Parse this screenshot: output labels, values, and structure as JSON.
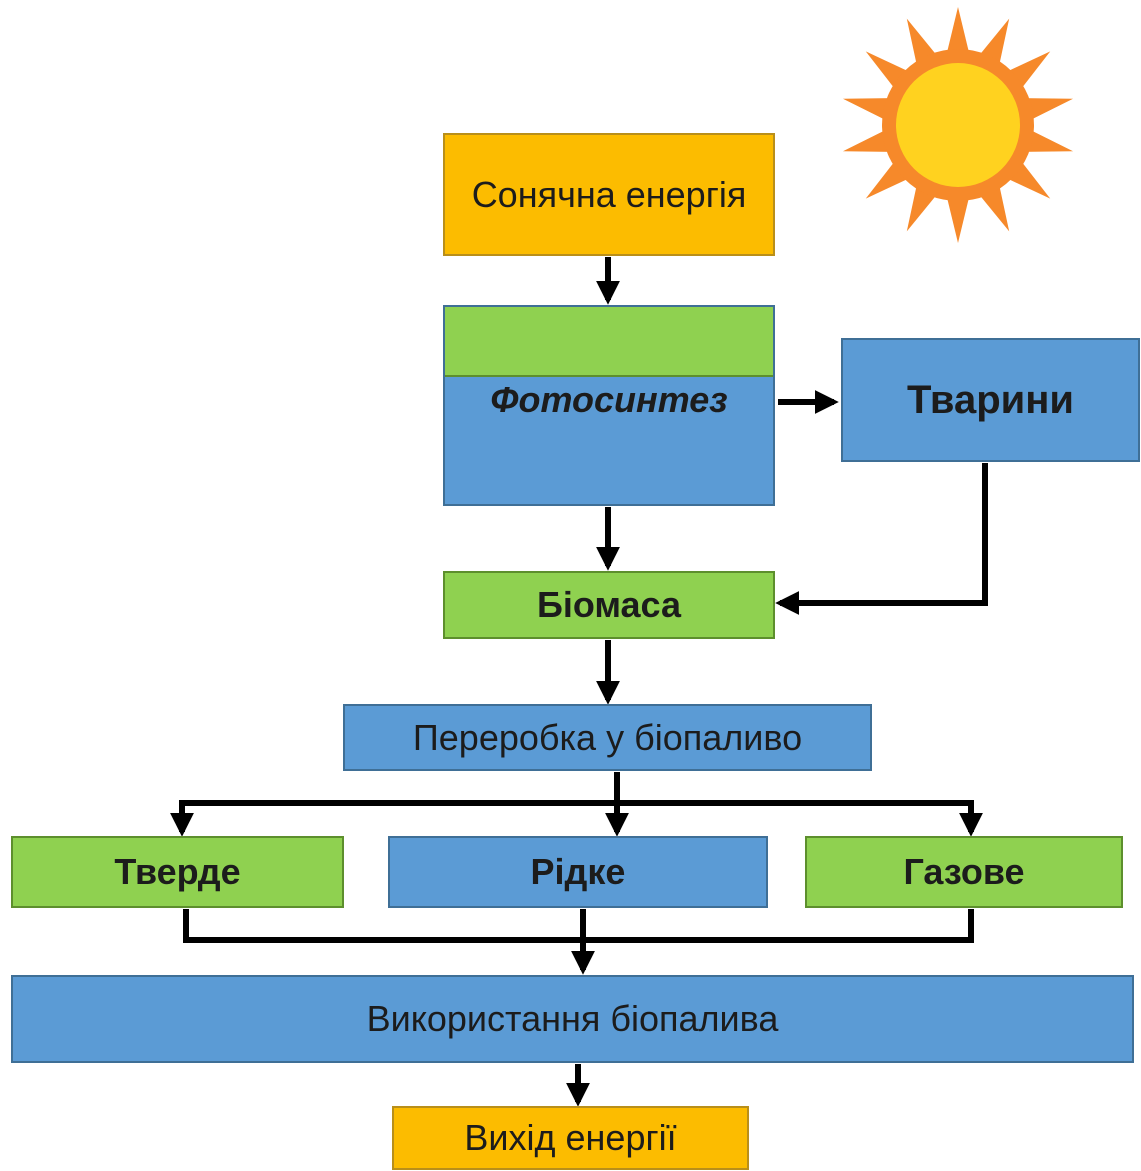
{
  "nodes": {
    "solar_energy": "Сонячна енергія",
    "photosynthesis": "Фотосинтез",
    "animals": "Тварини",
    "biomass": "Біомаса",
    "processing": "Переробка у біопаливо",
    "solid": "Тверде",
    "liquid": "Рідке",
    "gaseous": "Газове",
    "biofuel_use": "Використання біопалива",
    "energy_output": "Вихід енергії"
  },
  "colors": {
    "orange": "#fcbc00",
    "green": "#8fd150",
    "blue": "#5b9bd5",
    "sun_core": "#ffd21f",
    "sun_rays": "#f6892a",
    "arrow": "#000000"
  },
  "icons": {
    "sun": "sun-icon"
  }
}
